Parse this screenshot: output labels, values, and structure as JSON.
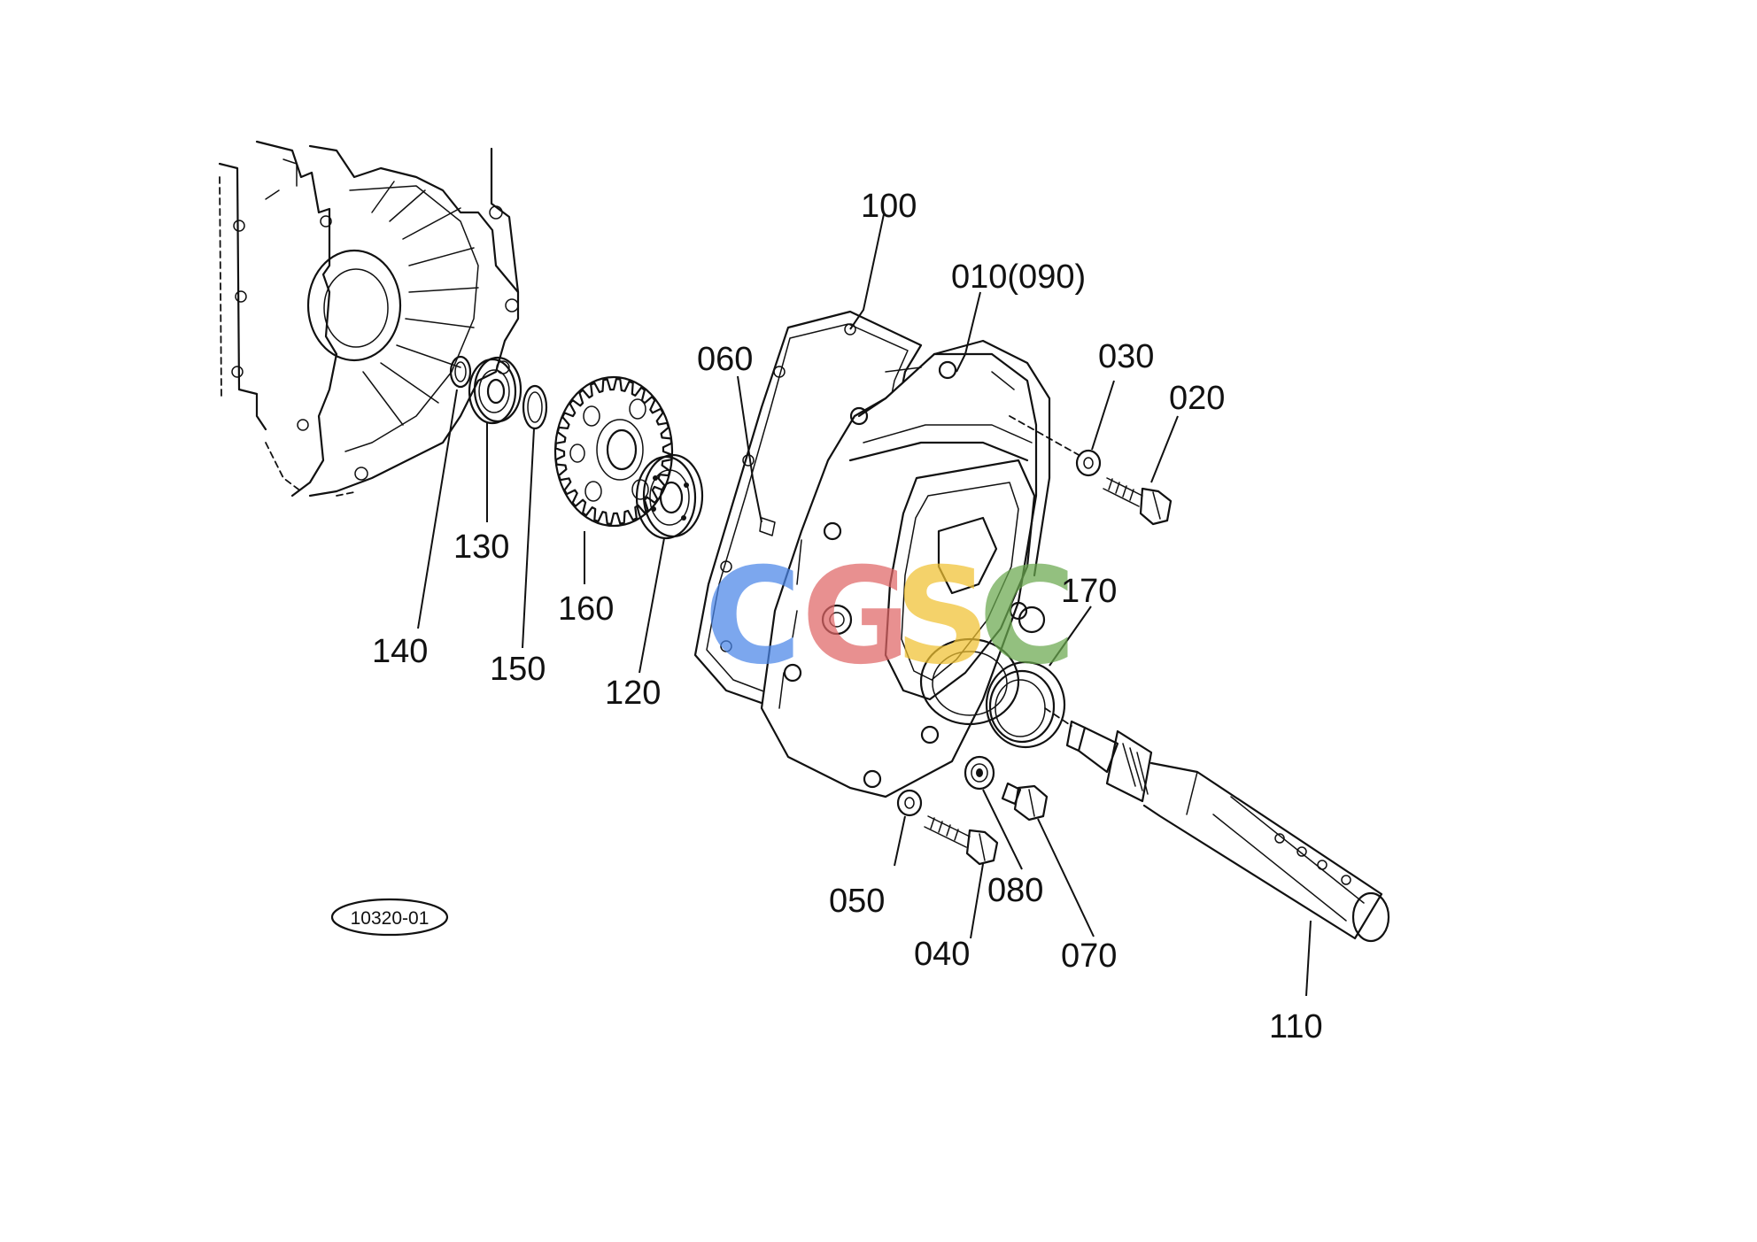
{
  "diagram": {
    "reference_number": "10320-01",
    "watermark": {
      "letters": [
        "C",
        "G",
        "S",
        "C"
      ],
      "colors": [
        "#4a86e8",
        "#e06666",
        "#f1c232",
        "#6aa84f"
      ]
    },
    "callouts": {
      "p100": "100",
      "p010": "010(090)",
      "p060": "060",
      "p030": "030",
      "p020": "020",
      "p130": "130",
      "p160": "160",
      "p140": "140",
      "p150": "150",
      "p120": "120",
      "p170": "170",
      "p050": "050",
      "p080": "080",
      "p040": "040",
      "p070": "070",
      "p110": "110"
    }
  }
}
